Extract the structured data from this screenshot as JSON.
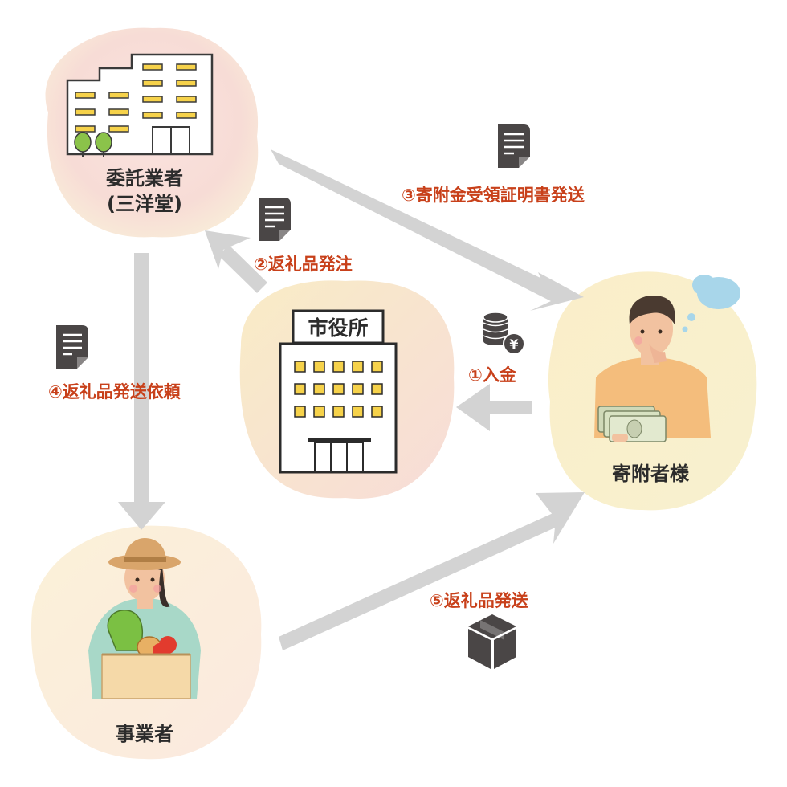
{
  "nodes": {
    "contractor": {
      "label_line1": "委託業者",
      "label_line2": "(三洋堂)"
    },
    "city_hall": {
      "sign": "市役所"
    },
    "donor": {
      "label": "寄附者様"
    },
    "business": {
      "label": "事業者"
    }
  },
  "steps": {
    "step1": "①入金",
    "step2": "②返礼品発注",
    "step3": "③寄附金受領証明書発送",
    "step4": "④返礼品発送依頼",
    "step5": "⑤返礼品発送"
  },
  "icons": {
    "document": "document-icon",
    "coins": "coins-yen-icon",
    "box": "cardboard-box-icon"
  },
  "colors": {
    "accent_text": "#c8401a",
    "arrow": "#d3d3d3",
    "icon_dark": "#4a4646",
    "window_yellow": "#f6d24a"
  }
}
